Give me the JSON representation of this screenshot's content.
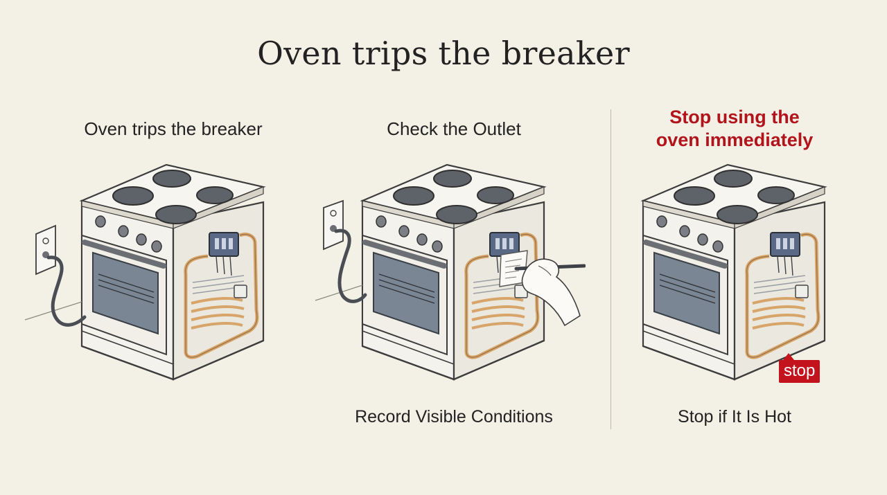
{
  "title": "Oven trips the breaker",
  "panels": [
    {
      "heading": "Oven trips the breaker",
      "caption": ""
    },
    {
      "heading": "Check the Outlet",
      "caption": "Record Visible Conditions"
    },
    {
      "heading_lines": [
        "Stop using the",
        "oven immediately"
      ],
      "caption": "Stop if It Is Hot",
      "tag": "stop"
    }
  ],
  "colors": {
    "warning": "#b2141c",
    "tag": "#c3141e",
    "wiring": "#d7a56a",
    "oven_body": "#f4f2ec",
    "burner": "#5e6369",
    "glass": "#7b8694"
  },
  "icons": [
    "electric-oven-illustration",
    "wall-outlet-icon",
    "power-cord-icon",
    "wiring-harness-icon",
    "hand-with-pen-icon",
    "note-paper-icon"
  ]
}
